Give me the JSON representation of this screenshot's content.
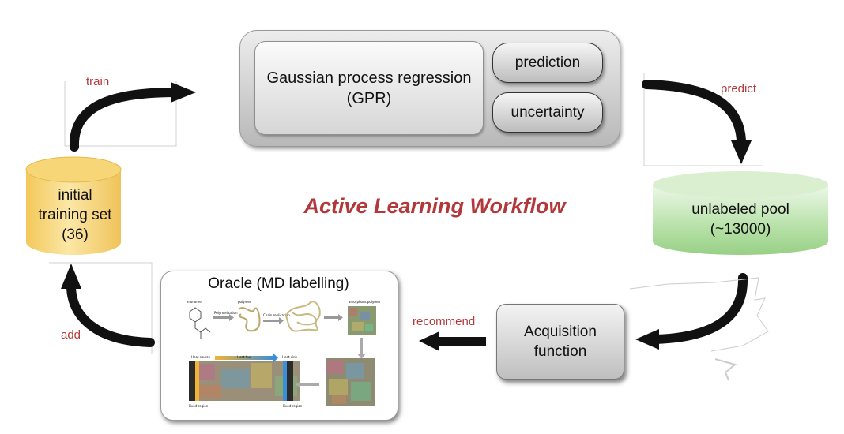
{
  "title": "Active Learning Workflow",
  "gpr": {
    "line1": "Gaussian process regression",
    "line2": "(GPR)",
    "prediction": "prediction",
    "uncertainty": "uncertainty"
  },
  "initial_set": {
    "line1": "initial",
    "line2": "training set",
    "line3": "(36)"
  },
  "pool": {
    "line1": "unlabeled pool",
    "line2": "(~13000)"
  },
  "oracle": {
    "title": "Oracle (MD labelling)",
    "monomer": "monomer",
    "polymer": "polymer",
    "amorphous": "amorphous polymer",
    "polymerization": "Polymerization",
    "chain_replication": "Chain replication",
    "heat_source": "Heat source",
    "heat_flux": "Heat flux",
    "heat_sink": "Heat sink",
    "fixed_region": "Fixed region"
  },
  "acquisition": {
    "line1": "Acquisition",
    "line2": "function"
  },
  "arrows": {
    "train": "train",
    "predict": "predict",
    "add": "add",
    "recommend": "recommend"
  },
  "colors": {
    "title": "#b2383a",
    "cylinder_yellow": "#f6d677",
    "cylinder_green": "#a8d99a",
    "arrow": "#111111",
    "heat_flux_start": "#f2b233",
    "heat_flux_end": "#3a8fd8"
  }
}
